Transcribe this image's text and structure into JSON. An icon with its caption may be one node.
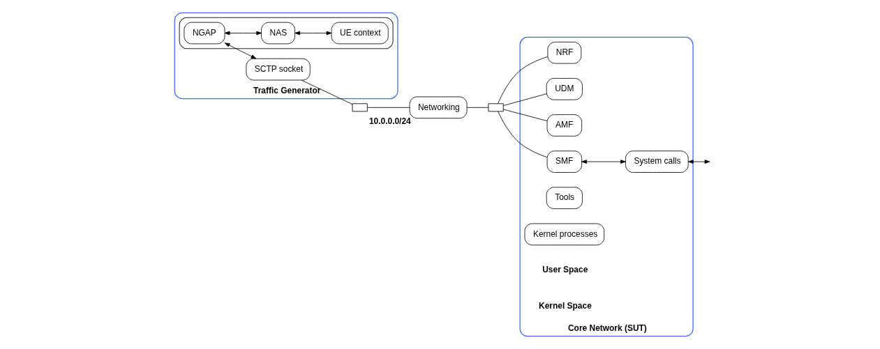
{
  "diagram": {
    "nodes": [
      {
        "text": [
          "Traffic Generator"
        ]
      },
      {
        "text": [],
        "shape": "box",
        "in": 0
      },
      {
        "text": [
          "NGAP"
        ],
        "in": 1
      },
      {
        "text": [
          "NAS"
        ],
        "in": 1
      },
      {
        "text": [
          "UE context"
        ],
        "in": 1
      },
      {
        "text": [
          "SCTP socket"
        ],
        "in": 0
      },
      {
        "text": [],
        "shape": "box"
      },
      {
        "text": [
          "Networking"
        ],
        "beside": [
          "10.0.0.0/24"
        ]
      },
      {
        "text": [],
        "shape": "box"
      },
      {
        "text": [
          "Core Network (SUT)"
        ]
      },
      {
        "text": [
          "NRF"
        ],
        "in": 9
      },
      {
        "text": [
          "UDM"
        ],
        "in": 9
      },
      {
        "text": [
          "AMF"
        ],
        "in": 9
      },
      {
        "text": [
          "SMF"
        ],
        "in": 9
      },
      {
        "text": [
          "System calls"
        ],
        "in": 9
      },
      {
        "text": [
          "Tools"
        ],
        "in": 9
      },
      {
        "text": [
          "Kernel processes"
        ],
        "in": 9
      }
    ],
    "edges": [
      {
        "from": 2,
        "to": 5,
        "arrow": "both"
      },
      {
        "from": 2,
        "to": 3,
        "arrow": "both"
      },
      {
        "from": 3,
        "to": 4,
        "arrow": "both"
      },
      {
        "from": 5,
        "to": 6,
        "arrow": "none"
      },
      {
        "from": 6,
        "to": 7,
        "arrow": "none"
      },
      {
        "from": 7,
        "to": 8,
        "arrow": "none"
      },
      {
        "from": 8,
        "to": 10,
        "arrow": "none"
      },
      {
        "from": 8,
        "to": 11,
        "arrow": "none"
      },
      {
        "from": 8,
        "to": 12,
        "arrow": "none"
      },
      {
        "from": 8,
        "to": 13,
        "arrow": "none"
      },
      {
        "from": 13,
        "to": 14,
        "arrow": "both"
      },
      {
        "from": 14,
        "to": null,
        "arrow": "both"
      }
    ],
    "labels": [
      "User Space",
      "Kernel Space"
    ]
  }
}
